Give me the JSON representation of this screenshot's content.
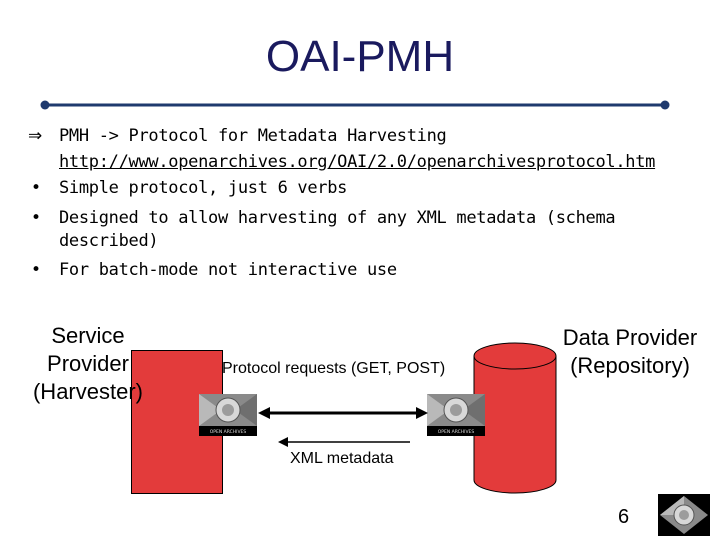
{
  "title": "OAI-PMH",
  "bullets": [
    {
      "marker": "⇒",
      "text": "PMH -> Protocol for Metadata Harvesting"
    },
    {
      "marker": "",
      "text": "http://www.openarchives.org/OAI/2.0/openarchivesprotocol.htm",
      "link": true
    },
    {
      "marker": "•",
      "text": "Simple protocol, just 6 verbs"
    },
    {
      "marker": "•",
      "text": "Designed to allow harvesting of any XML metadata (schema"
    },
    {
      "marker": "",
      "text": "described)"
    },
    {
      "marker": "•",
      "text": "For batch-mode not interactive use"
    }
  ],
  "diagram": {
    "service_provider": [
      "Service",
      "Provider",
      "(Harvester)"
    ],
    "data_provider": [
      "Data Provider",
      "(Repository)"
    ],
    "request_label": "Protocol requests (GET, POST)",
    "response_label": "XML metadata",
    "logo_text": "OPEN ARCHIVES"
  },
  "page_number": "6",
  "colors": {
    "title": "#1a1a5e",
    "rule": "#1f3a6e",
    "red": "#e33b3b"
  }
}
